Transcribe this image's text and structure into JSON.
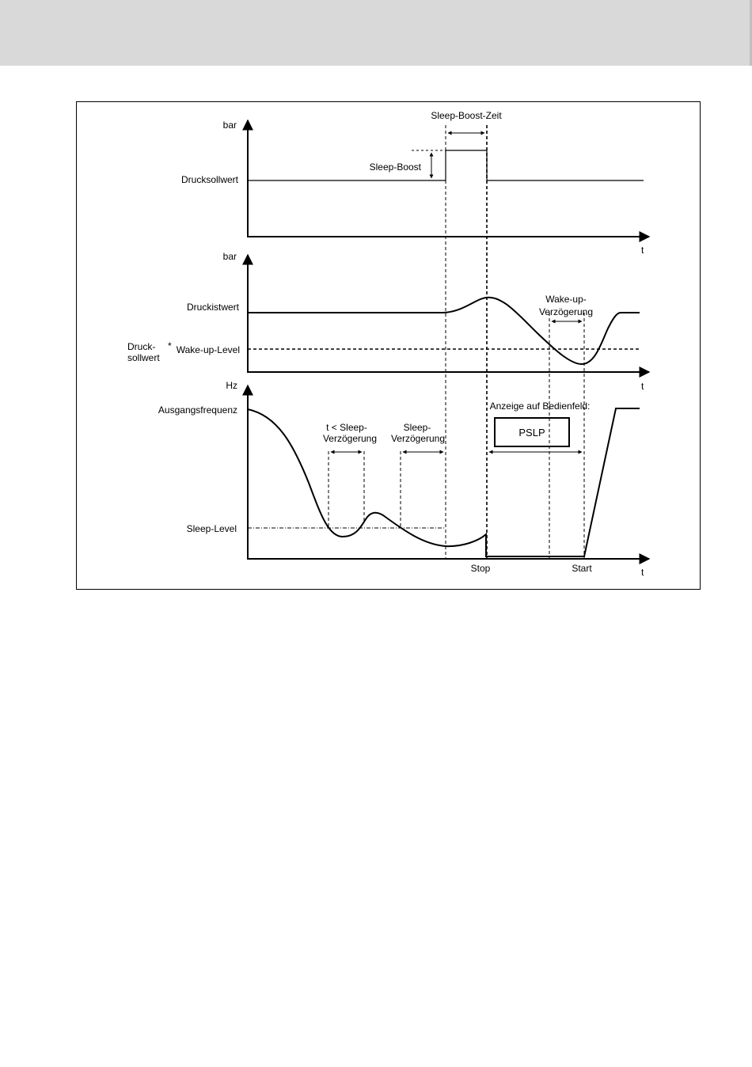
{
  "colors": {
    "header_band": "#d9d9d9",
    "ink": "#000000",
    "paper": "#ffffff"
  },
  "panel_top": {
    "axis_unit": "bar",
    "time_label": "t",
    "setpoint_label": "Drucksollwert",
    "boost_label": "Sleep-Boost",
    "boost_time_label": "Sleep-Boost-Zeit"
  },
  "panel_mid": {
    "axis_unit": "bar",
    "time_label": "t",
    "actual_label": "Druckistwert",
    "setpoint_label_line1": "Druck-",
    "setpoint_label_line2": "sollwert",
    "asterisk": "*",
    "wakeup_level_label": "Wake-up-Level",
    "wakeup_delay_line1": "Wake-up-",
    "wakeup_delay_line2": "Verzögerung"
  },
  "panel_bottom": {
    "axis_unit": "Hz",
    "time_label": "t",
    "freq_label": "Ausgangsfrequenz",
    "sleep_level_label": "Sleep-Level",
    "short_delay_line1": "t < Sleep-",
    "short_delay_line2": "Verzögerung",
    "sleep_delay_line1": "Sleep-",
    "sleep_delay_line2": "Verzögerung",
    "display_label": "Anzeige auf Bedienfeld:",
    "display_value": "PSLP",
    "stop_label": "Stop",
    "start_label": "Start"
  }
}
